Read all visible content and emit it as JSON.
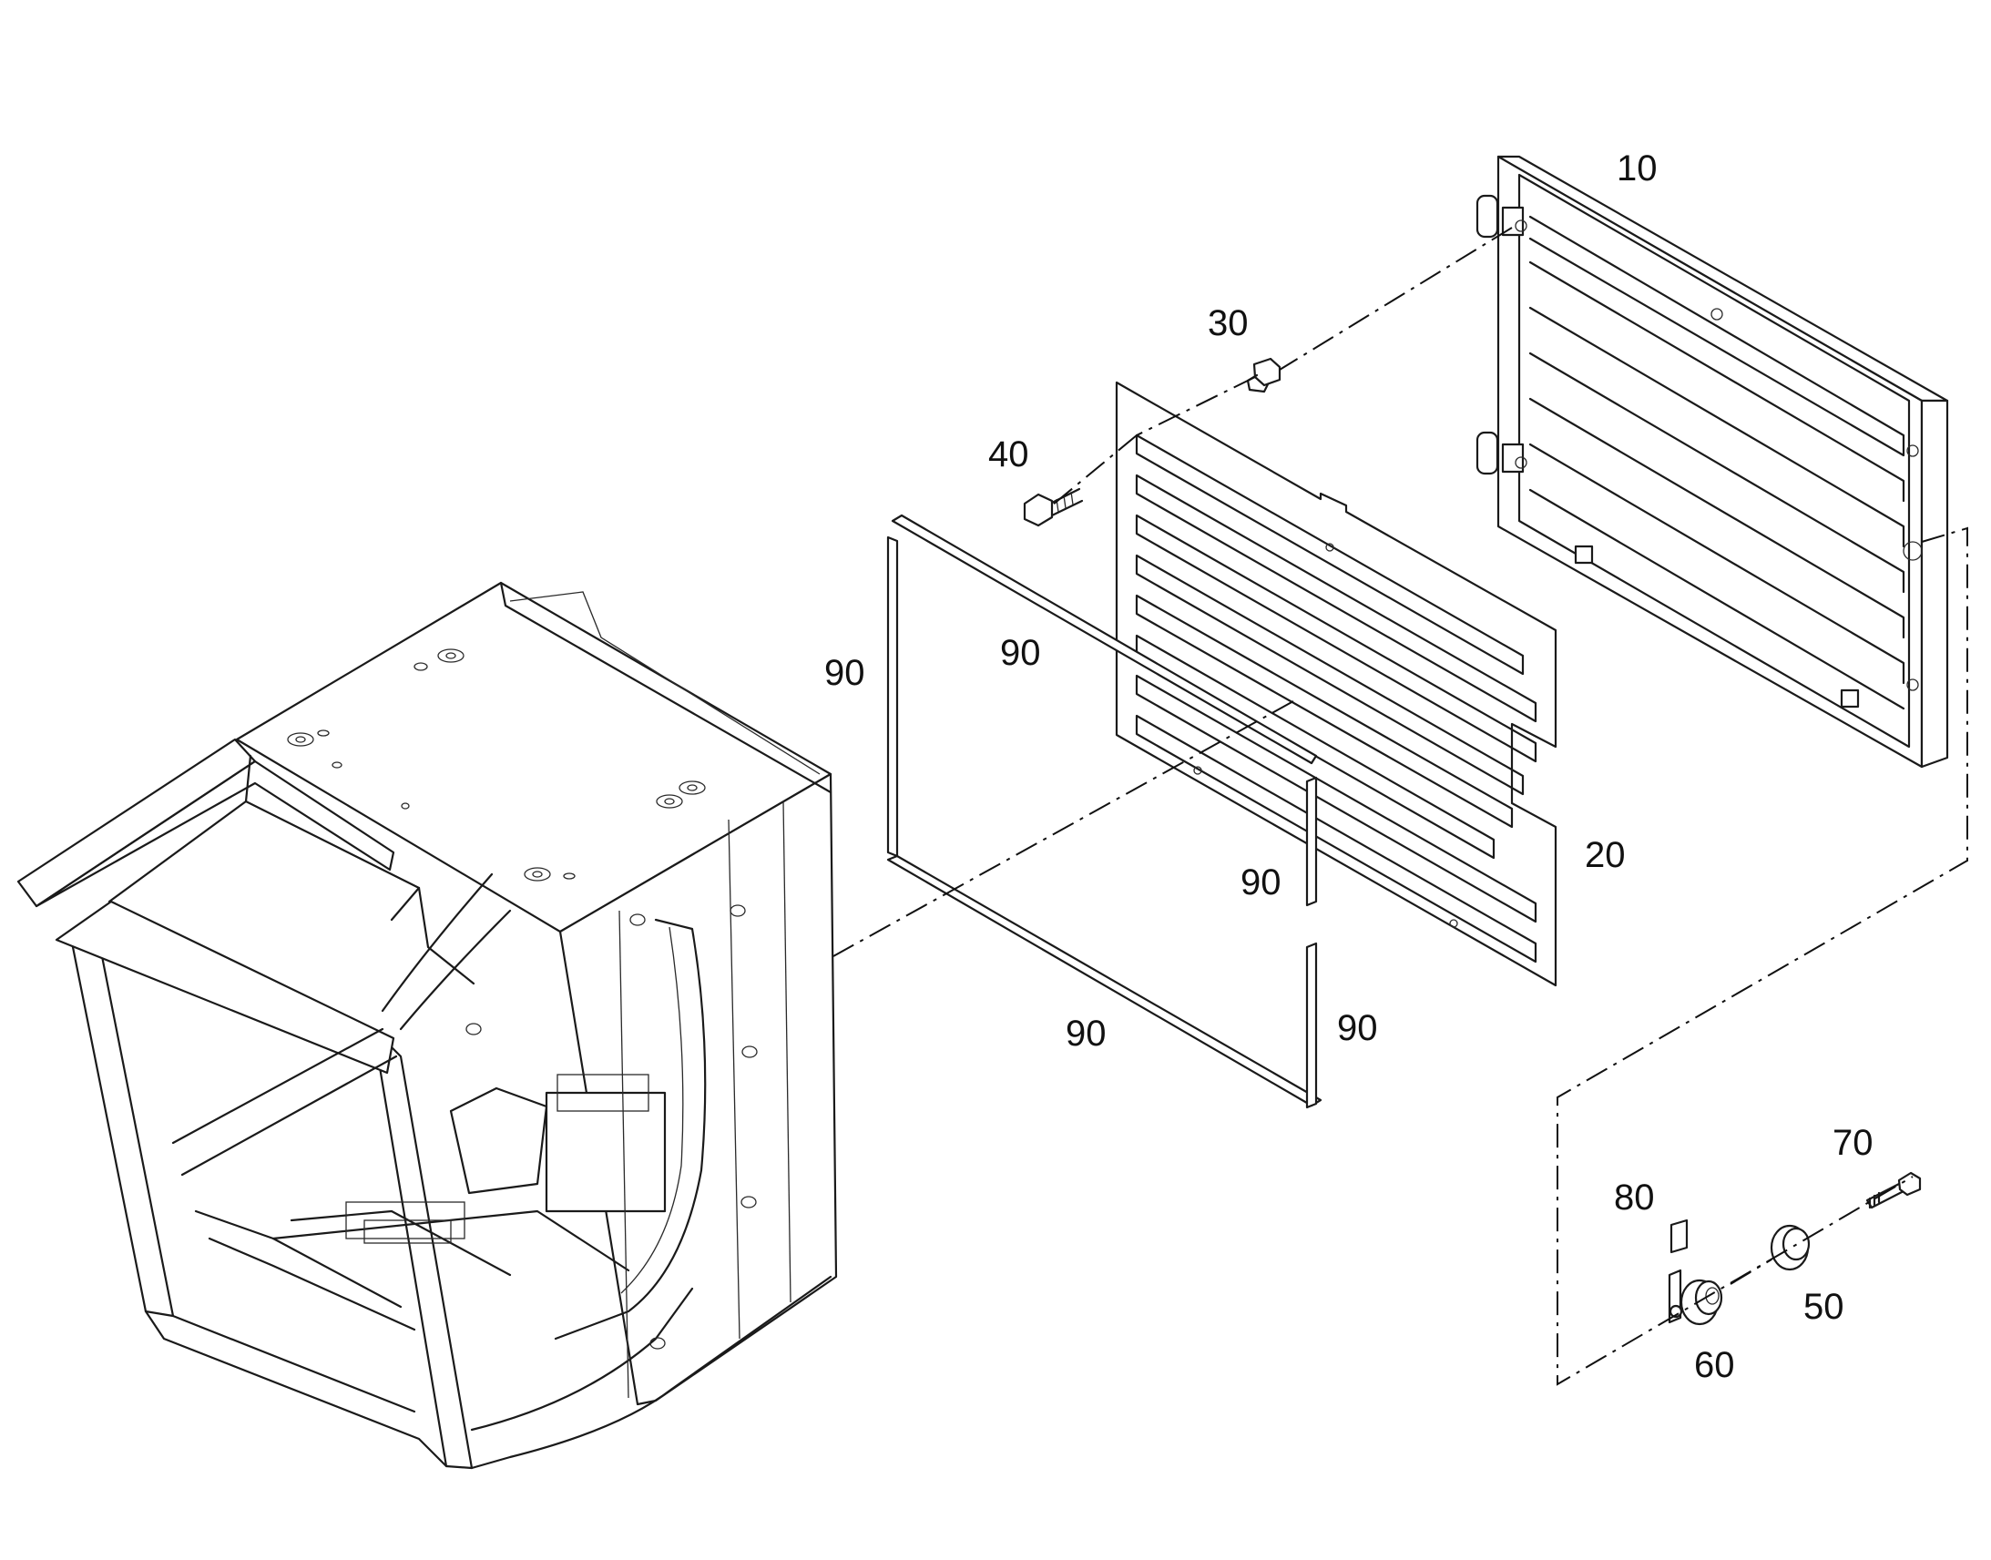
{
  "callouts": {
    "c10": "10",
    "c20": "20",
    "c30": "30",
    "c40": "40",
    "c50": "50",
    "c60": "60",
    "c70": "70",
    "c80": "80",
    "c90a": "90",
    "c90b": "90",
    "c90c": "90",
    "c90d": "90",
    "c90e": "90"
  },
  "colors": {
    "line": "#1a1a1a",
    "background": "#ffffff"
  }
}
